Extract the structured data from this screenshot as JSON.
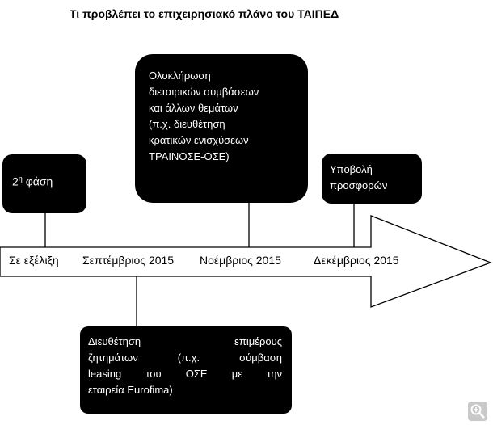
{
  "title": "Τι προβλέπει το επιχειρησιακό πλάνο του ΤΑΙΠΕΔ",
  "timeline": {
    "labels": [
      "Σε εξέλιξη",
      "Σεπτέμβριος 2015",
      "Νοέμβριος 2015",
      "Δεκέμβριος 2015"
    ]
  },
  "boxes": {
    "phase2": {
      "prefix": "2",
      "sup": "η",
      "suffix": " φάση"
    },
    "completion": {
      "lines": [
        "Ολοκλήρωση",
        "διεταιρικών συμβάσεων",
        "και άλλων θεμάτων",
        "(π.χ. διευθέτηση",
        "κρατικών ενισχύσεων",
        "ΤΡΑΙΝΟΣΕ-ΟΣΕ)"
      ]
    },
    "submission": {
      "lines": [
        "Υποβολή",
        "προσφορών"
      ]
    },
    "settlement": {
      "lines": [
        "Διευθέτηση επιμέρους",
        "ζητημάτων (π.χ. σύμβαση",
        "leasing του ΟΣΕ με την",
        "εταιρεία Eurofima)"
      ]
    }
  },
  "icons": {
    "corner": "zoom-icon"
  },
  "colors": {
    "box": "#000000",
    "arrow_stroke": "#000000",
    "background": "#ffffff"
  }
}
